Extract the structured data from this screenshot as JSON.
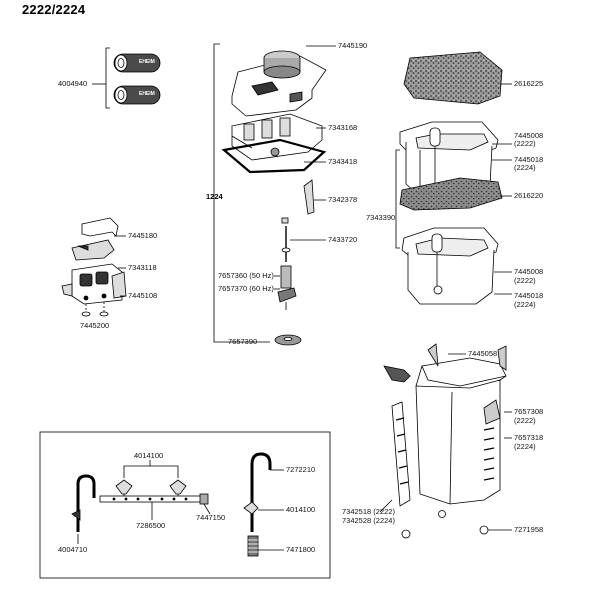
{
  "title": "2222/2224",
  "assembly_label": "1224",
  "hose_brand": "EHEIM",
  "parts": {
    "hose": "4004940",
    "pump_head_cover": "7445190",
    "pump_head": "7343168",
    "sealing_ring": "7343418",
    "impeller_cover": "7342378",
    "shaft": "7433720",
    "impeller_50": "7657360 (50 Hz)",
    "impeller_60": "7657370 (60 Hz)",
    "rubber_bearing": "7657390",
    "clip": "7445180",
    "adapter": "7343118",
    "tap_unit": "7445108",
    "gasket_small": "7445200",
    "filter_pad_top": "2616225",
    "basket_upper_a": "7445008",
    "basket_upper_a_model": "(2222)",
    "basket_upper_b": "7445018",
    "basket_upper_b_model": "(2224)",
    "filter_pad_mid": "2616220",
    "basket_support": "7343390",
    "basket_lower_a": "7445008",
    "basket_lower_a_model": "(2222)",
    "basket_lower_b": "7445018",
    "basket_lower_b_model": "(2224)",
    "handle": "7445058",
    "canister_a": "7657308",
    "canister_a_model": "(2222)",
    "canister_b": "7657318",
    "canister_b_model": "(2224)",
    "clip_bar_a": "7342518 (2222)",
    "clip_bar_b": "7342528 (2224)",
    "foot": "7271958",
    "suction_cup": "4014100",
    "spray_bar": "7286500",
    "end_cap": "7447150",
    "outlet_bend": "4004710",
    "intake_bend": "7272210",
    "suction_cup_2": "4014100",
    "intake_strainer": "7471800"
  }
}
